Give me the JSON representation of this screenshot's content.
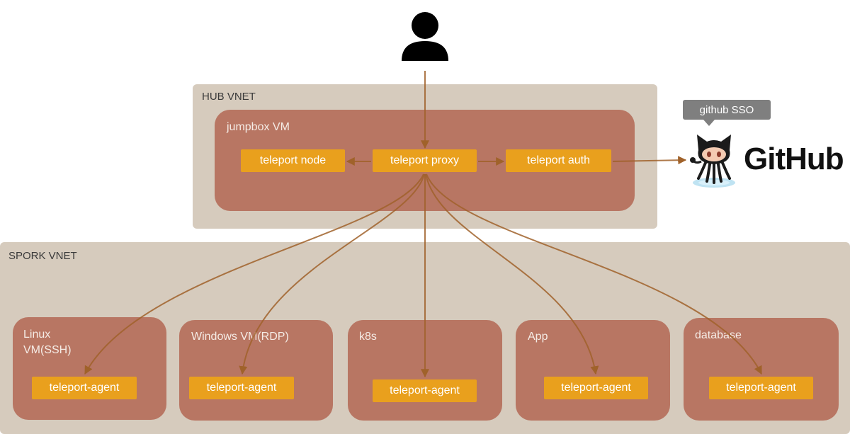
{
  "user": {
    "icon": "user-icon"
  },
  "hub": {
    "label": "HUB VNET",
    "jumpbox": {
      "label": "jumpbox VM",
      "node": "teleport node",
      "proxy": "teleport proxy",
      "auth": "teleport auth"
    }
  },
  "github": {
    "sso": "github SSO",
    "wordmark": "GitHub",
    "icon": "octocat-icon"
  },
  "spork": {
    "label": "SPORK VNET",
    "targets": [
      {
        "label": "Linux\nVM(SSH)",
        "agent": "teleport-agent"
      },
      {
        "label": "Windows VM(RDP)",
        "agent": "teleport-agent"
      },
      {
        "label": "k8s",
        "agent": "teleport-agent"
      },
      {
        "label": "App",
        "agent": "teleport-agent"
      },
      {
        "label": "database",
        "agent": "teleport-agent"
      }
    ]
  },
  "colors": {
    "vnet": "#d6cbbd",
    "vm": "#b87663",
    "pill": "#e9a01d",
    "arrow": "#a0622a",
    "sso_bubble": "#7f7f7f"
  }
}
